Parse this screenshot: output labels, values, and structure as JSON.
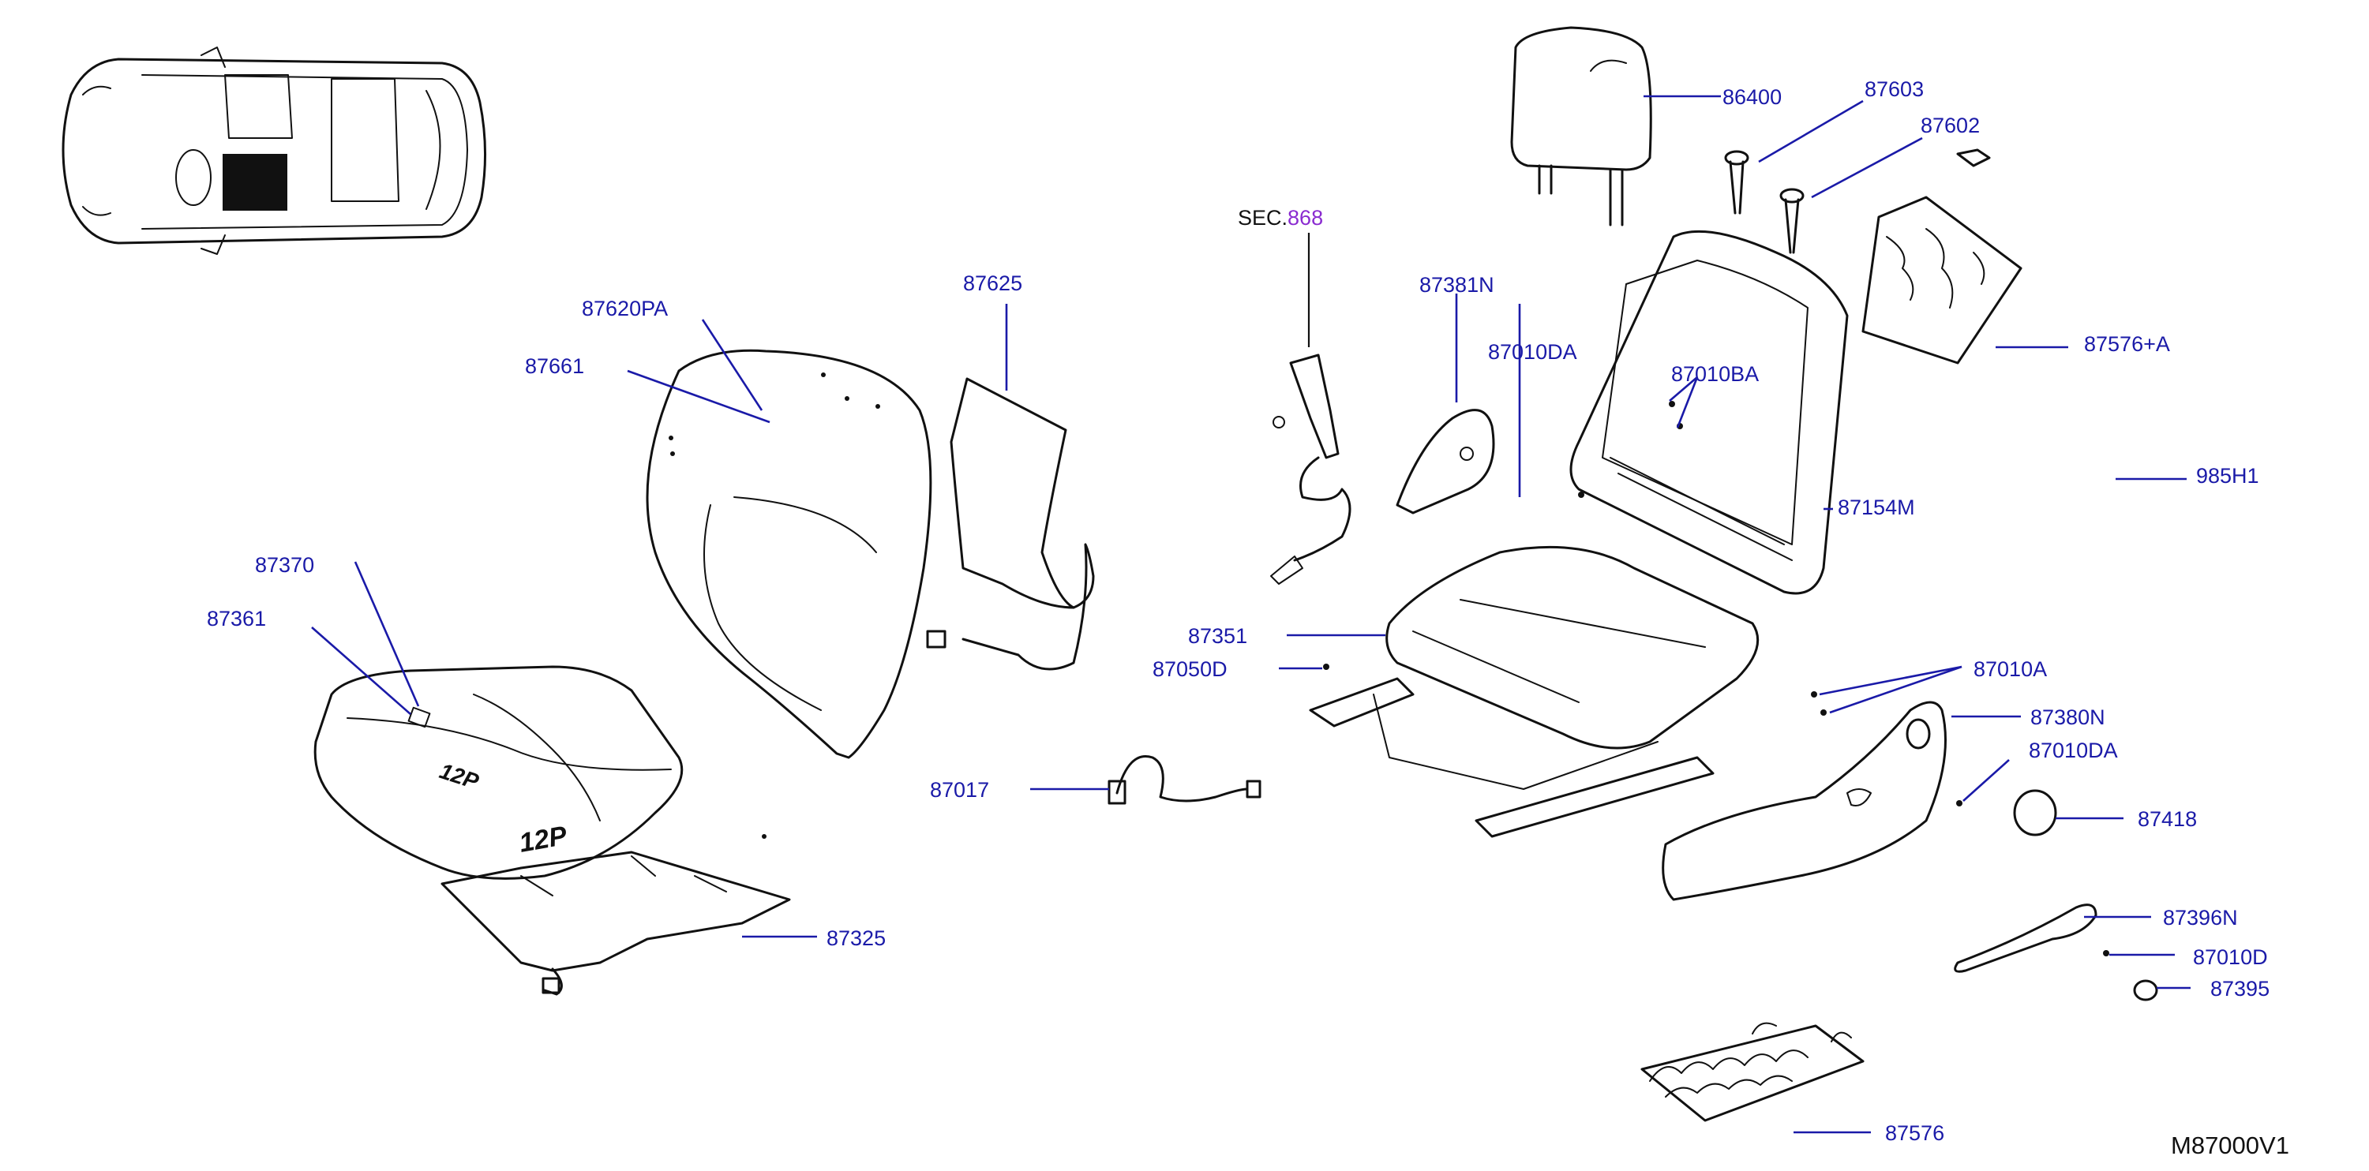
{
  "diagram": {
    "code": "M87000V1",
    "sec_ref": {
      "prefix": "SEC.",
      "number": "868"
    },
    "labels": {
      "p86400": "86400",
      "p87603": "87603",
      "p87602": "87602",
      "p87576A": "87576+A",
      "p985H1": "985H1",
      "p87154M": "87154M",
      "p87010BA": "87010BA",
      "p87010DA_top": "87010DA",
      "p87381N": "87381N",
      "p87625": "87625",
      "p87620PA": "87620PA",
      "p87661": "87661",
      "p87370": "87370",
      "p87361": "87361",
      "p87351": "87351",
      "p87050D": "87050D",
      "p87010A": "87010A",
      "p87380N": "87380N",
      "p87010DA_bottom": "87010DA",
      "p87418": "87418",
      "p87017": "87017",
      "p87325": "87325",
      "p87396N": "87396N",
      "p87010D": "87010D",
      "p87395": "87395",
      "p87576": "87576"
    },
    "seat_markings": [
      "12P",
      "12P"
    ]
  }
}
